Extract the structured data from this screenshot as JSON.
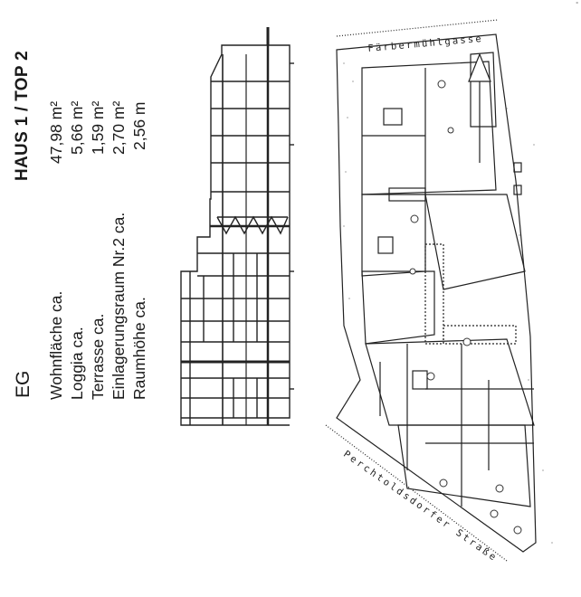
{
  "document": {
    "title": "HAUS 1 / TOP 2",
    "floor": "EG",
    "corner_mark": "°"
  },
  "specs": [
    {
      "label": "Wohnfläche ca.",
      "value": "47,98 m²"
    },
    {
      "label": "Loggia ca.",
      "value": "5,66 m²"
    },
    {
      "label": "Terrasse ca.",
      "value": "1,59 m²"
    },
    {
      "label": "Einlagerungsraum Nr.2 ca.",
      "value": "2,70 m²"
    },
    {
      "label": "Raumhöhe ca.",
      "value": "2,56 m"
    }
  ],
  "site_plan": {
    "street_top": "Färbermühlgasse",
    "street_bottom": "Perchtoldsdorfer Straße"
  }
}
